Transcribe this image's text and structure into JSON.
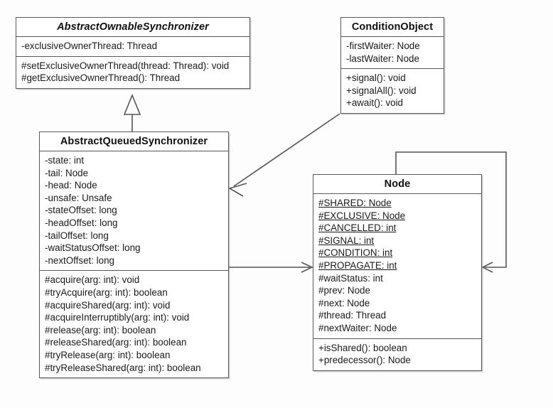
{
  "diagram": {
    "title": "AbstractQueuedSynchronizer UML class diagram",
    "type": "uml-class-diagram",
    "background_color": "#fdfdfd",
    "line_color": "#555555",
    "box_border_color": "#5a5a5a"
  },
  "classes": {
    "aos": {
      "name": "AbstractOwnableSynchronizer",
      "stereotype": "abstract",
      "attributes": [
        {
          "text": "-exclusiveOwnerThread: Thread",
          "static": false
        }
      ],
      "methods": [
        {
          "text": "#setExclusiveOwnerThread(thread: Thread): void",
          "static": false
        },
        {
          "text": "#getExclusiveOwnerThread(): Thread",
          "static": false
        }
      ]
    },
    "condition_object": {
      "name": "ConditionObject",
      "stereotype": "concrete",
      "attributes": [
        {
          "text": "-firstWaiter: Node",
          "static": false
        },
        {
          "text": "-lastWaiter: Node",
          "static": false
        }
      ],
      "methods": [
        {
          "text": "+signal(): void",
          "static": false
        },
        {
          "text": "+signalAll(): void",
          "static": false
        },
        {
          "text": "+await(): void",
          "static": false
        }
      ]
    },
    "aqs": {
      "name": "AbstractQueuedSynchronizer",
      "stereotype": "concrete",
      "attributes": [
        {
          "text": "-state: int",
          "static": false
        },
        {
          "text": "-tail: Node",
          "static": false
        },
        {
          "text": "-head: Node",
          "static": false
        },
        {
          "text": "-unsafe: Unsafe",
          "static": false
        },
        {
          "text": "-stateOffset: long",
          "static": false
        },
        {
          "text": "-headOffset: long",
          "static": false
        },
        {
          "text": "-tailOffset: long",
          "static": false
        },
        {
          "text": "-waitStatusOffset: long",
          "static": false
        },
        {
          "text": "-nextOffset: long",
          "static": false
        }
      ],
      "methods": [
        {
          "text": "#acquire(arg: int): void",
          "static": false
        },
        {
          "text": "#tryAcquire(arg: int): boolean",
          "static": false
        },
        {
          "text": "#acquireShared(arg: int): void",
          "static": false
        },
        {
          "text": "#acquireInterruptibly(arg: int): void",
          "static": false
        },
        {
          "text": "#release(arg: int): boolean",
          "static": false
        },
        {
          "text": "#releaseShared(arg: int): boolean",
          "static": false
        },
        {
          "text": "#tryRelease(arg: int): boolean",
          "static": false
        },
        {
          "text": "#tryReleaseShared(arg: int): boolean",
          "static": false
        }
      ]
    },
    "node": {
      "name": "Node",
      "stereotype": "concrete",
      "attributes": [
        {
          "text": "#SHARED: Node",
          "static": true
        },
        {
          "text": "#EXCLUSIVE: Node",
          "static": true
        },
        {
          "text": "#CANCELLED: int",
          "static": true
        },
        {
          "text": "#SIGNAL: int",
          "static": true
        },
        {
          "text": "#CONDITION: int",
          "static": true
        },
        {
          "text": "#PROPAGATE: int",
          "static": true
        },
        {
          "text": "#waitStatus: int",
          "static": false
        },
        {
          "text": "#prev: Node",
          "static": false
        },
        {
          "text": "#next: Node",
          "static": false
        },
        {
          "text": "#thread: Thread",
          "static": false
        },
        {
          "text": "#nextWaiter: Node",
          "static": false
        }
      ],
      "methods": [
        {
          "text": "+isShared(): boolean",
          "static": false
        },
        {
          "text": "+predecessor(): Node",
          "static": false
        }
      ]
    }
  },
  "relationships": [
    {
      "id": "inheritance-aqs-aos",
      "kind": "generalization",
      "from": "AbstractQueuedSynchronizer",
      "to": "AbstractOwnableSynchronizer",
      "arrow": "hollow-triangle"
    },
    {
      "id": "association-condition-aqs",
      "kind": "association",
      "from": "ConditionObject",
      "to": "AbstractQueuedSynchronizer",
      "arrow": "open-arrow"
    },
    {
      "id": "association-aqs-node",
      "kind": "association",
      "from": "AbstractQueuedSynchronizer",
      "to": "Node",
      "arrow": "open-arrow"
    },
    {
      "id": "association-node-node",
      "kind": "self-association",
      "from": "Node",
      "to": "Node",
      "arrow": "open-arrow"
    }
  ]
}
